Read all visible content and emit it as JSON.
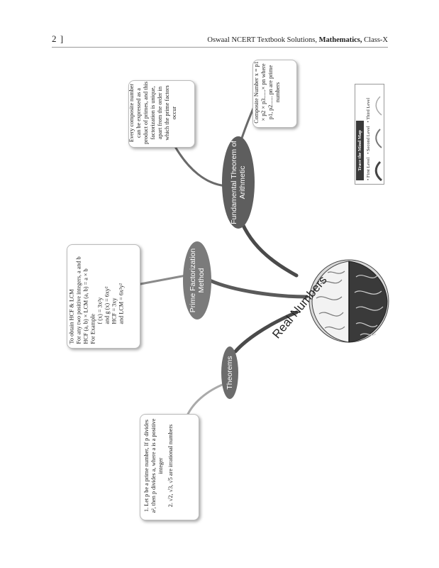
{
  "header": {
    "page_number": "2 ]",
    "title_prefix": "Oswaal NCERT Textbook Solutions, ",
    "title_bold": "Mathematics,",
    "title_suffix": " Class-X"
  },
  "central_topic": {
    "word1": "Real",
    "word2": "Numbers"
  },
  "branches": [
    {
      "label": "Fundamental Theorem of Arithmetic",
      "details": [
        "Every composite number can be expressed as a product of primes, and this factorization is unique, apart from the order in which the prime factors occur",
        "Composite Number x = p1 × p2 × p3......× pn where p1, p2...... pn are prime numbers"
      ]
    },
    {
      "label": "Prime Factorization Method",
      "details": [
        "To obtain HCF & LCM",
        "For any two positive integers, a and b",
        "HCF (a, b) × LCM (a, b) = a × b",
        "For Example",
        "f (x) = 3x²y",
        "and g (x) = 6xy²",
        "HCF = 3xy",
        "and LCM = 6x²y²"
      ]
    },
    {
      "label": "Theorems",
      "details": [
        "1. Let p be a prime number, If p divides a², then p divides a, where a is a positive integer",
        "2. √2, √3, √5 are irrational numbers"
      ]
    }
  ],
  "legend": {
    "title": "Trace the Mind Map",
    "levels": [
      "First Level",
      "Second Level",
      "Third Level"
    ]
  }
}
